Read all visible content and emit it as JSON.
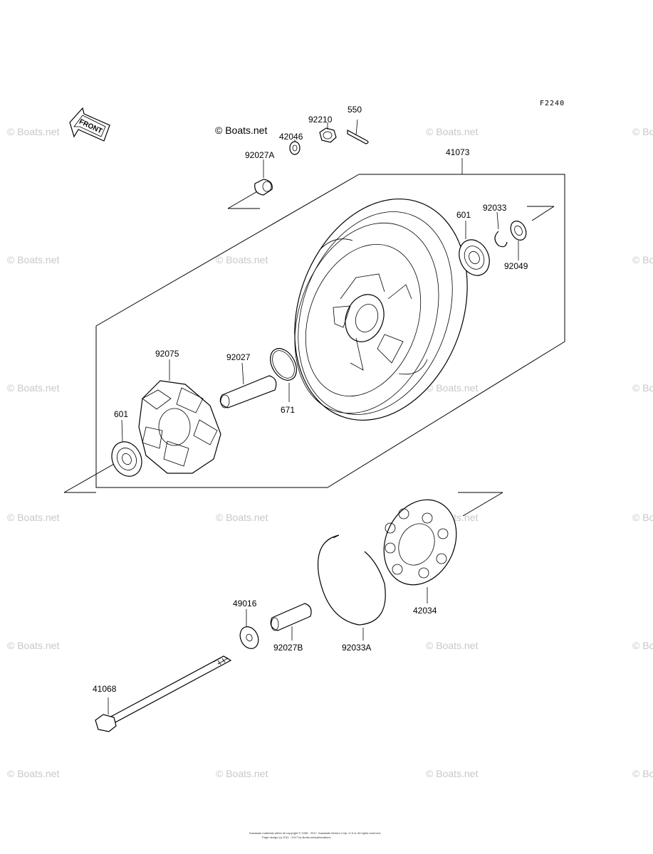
{
  "figure_code": "F2240",
  "front_label": "FRONT",
  "watermark_main": "© Boats.net",
  "watermark": "© Boats.net",
  "copyright_line1": "Kawasaki materials within all copyright © 1998 - 2017. Kawasaki Motors Corp. U.S.A. All rights reserved.",
  "copyright_line2": "Page design (c) 2011 - 2017 by Boats.net/partsnations",
  "parts": {
    "p92027A": "92027A",
    "p42046": "42046",
    "p92210": "92210",
    "p550": "550",
    "p41073": "41073",
    "p601_top": "601",
    "p92033": "92033",
    "p92049": "92049",
    "p92075": "92075",
    "p92027": "92027",
    "p671": "671",
    "p601_left": "601",
    "p42034": "42034",
    "p49016": "49016",
    "p92027B": "92027B",
    "p92033A": "92033A",
    "p41068": "41068"
  }
}
